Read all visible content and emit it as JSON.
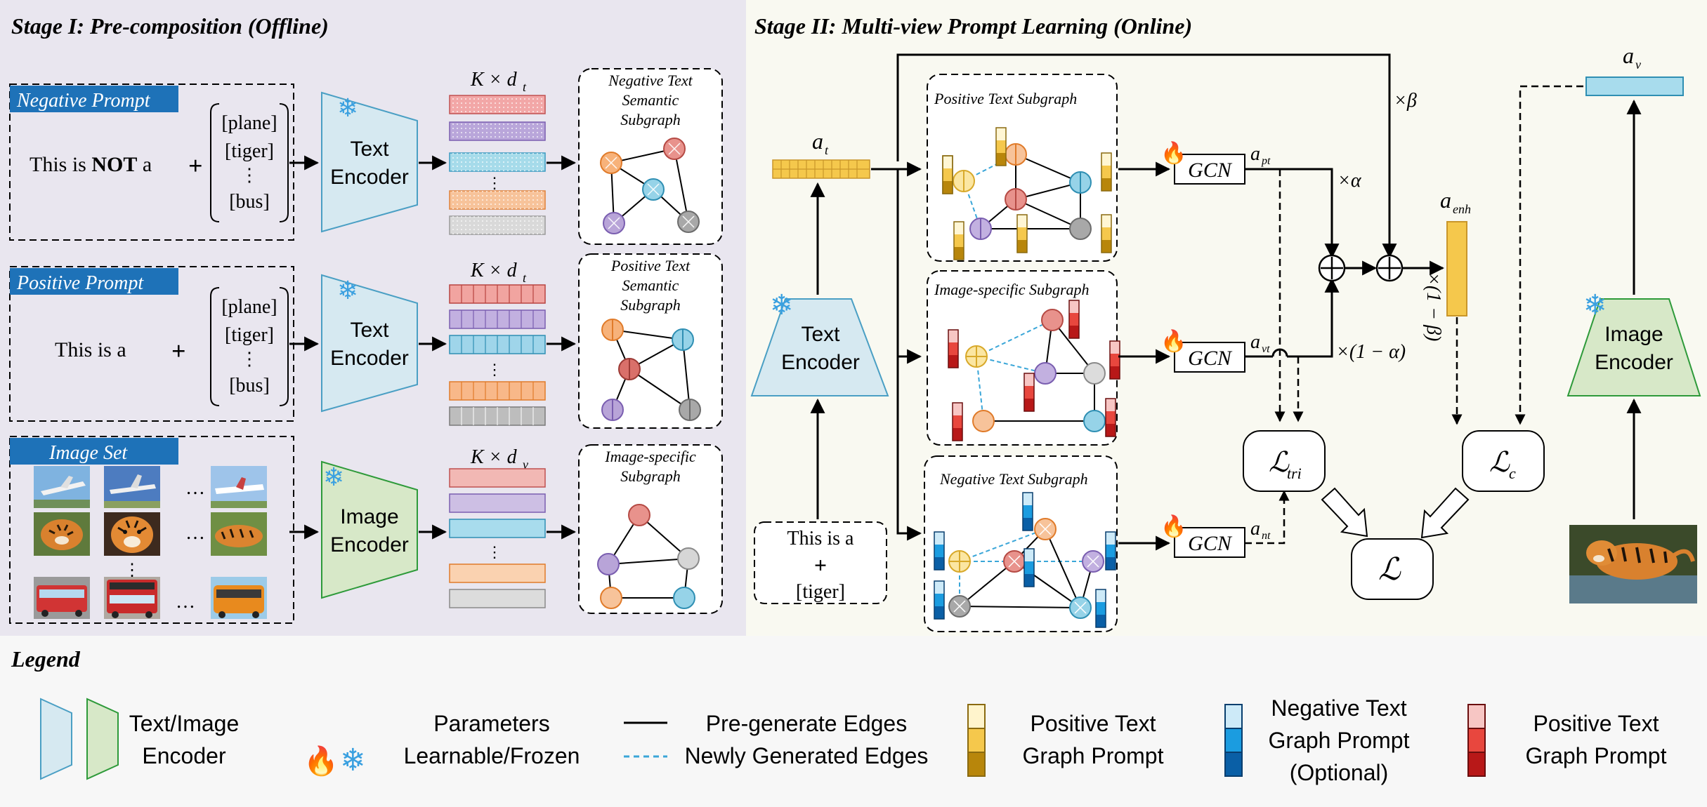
{
  "stage1": {
    "title": "Stage I: Pre-composition (Offline)",
    "negative": {
      "tag": "Negative Prompt",
      "text_pre": "This is ",
      "text_bold": "NOT",
      "text_post": " a",
      "encoder_line1": "Text",
      "encoder_line2": "Encoder",
      "dim_label": "K × d",
      "dim_sub": "t",
      "subgraph_lines": [
        "Negative Text",
        "Semantic",
        "Subgraph"
      ]
    },
    "positive": {
      "tag": "Positive Prompt",
      "text": "This is a",
      "encoder_line1": "Text",
      "encoder_line2": "Encoder",
      "dim_label": "K × d",
      "dim_sub": "t",
      "subgraph_lines": [
        "Positive Text",
        "Semantic",
        "Subgraph"
      ]
    },
    "image": {
      "tag": "Image Set",
      "encoder_line1": "Image",
      "encoder_line2": "Encoder",
      "dim_label": "K × d",
      "dim_sub": "v",
      "subgraph_lines": [
        "Image-specific",
        "Subgraph"
      ]
    },
    "plus": "+",
    "classes": [
      "[plane]",
      "[tiger]",
      "⋮",
      "[bus]"
    ],
    "ellipsis_h": "…",
    "ellipsis_v": "⋮"
  },
  "stage2": {
    "title": "Stage II: Multi-view Prompt Learning (Online)",
    "a_t": "a",
    "a_t_sub": "t",
    "a_v": "a",
    "a_v_sub": "v",
    "a_enh": "a",
    "a_enh_sub": "enh",
    "a_pt": "a",
    "a_pt_sub": "pt",
    "a_vt": "a",
    "a_vt_sub": "vt",
    "a_nt": "a",
    "a_nt_sub": "nt",
    "gcn": "GCN",
    "times_beta": "×β",
    "times_alpha": "×α",
    "times_one_minus_alpha": "×(1 − α)",
    "times_one_minus_beta": "×(1 − β)",
    "text_encoder_line1": "Text",
    "text_encoder_line2": "Encoder",
    "image_encoder_line1": "Image",
    "image_encoder_line2": "Encoder",
    "prompt_line1": "This is a",
    "prompt_line2": "+",
    "prompt_line3": "[tiger]",
    "subgraph_pos": "Positive Text Subgraph",
    "subgraph_img": "Image-specific Subgraph",
    "subgraph_neg": "Negative Text Subgraph",
    "loss_tri": "ℒ",
    "loss_tri_sub": "tri",
    "loss_c": "ℒ",
    "loss_c_sub": "c",
    "loss": "ℒ"
  },
  "legend": {
    "title": "Legend",
    "encoder": [
      "Text/Image",
      "Encoder"
    ],
    "params": [
      "Parameters",
      "Learnable/Frozen"
    ],
    "edges": [
      "Pre-generate Edges",
      "Newly Generated Edges"
    ],
    "pos_text_prompt": [
      "Positive Text",
      "Graph Prompt"
    ],
    "neg_text_prompt": [
      "Negative Text",
      "Graph Prompt",
      "(Optional)"
    ],
    "pos_text_prompt_red": [
      "Positive Text",
      "Graph Prompt"
    ]
  },
  "colors": {
    "stage1_bg": "#e9e6ef",
    "stage2_bg": "#f9f9f1",
    "legend_bg": "#f7f7f7",
    "tag_blue": "#1e72b8",
    "text_encoder_fill": "#d6e9f1",
    "text_encoder_stroke": "#4a9fc4",
    "image_encoder_fill": "#d7e8c8",
    "image_encoder_stroke": "#2e9a3a",
    "gold": "#f5c84c",
    "red": "#d4423a",
    "blue": "#1b8fd6"
  }
}
